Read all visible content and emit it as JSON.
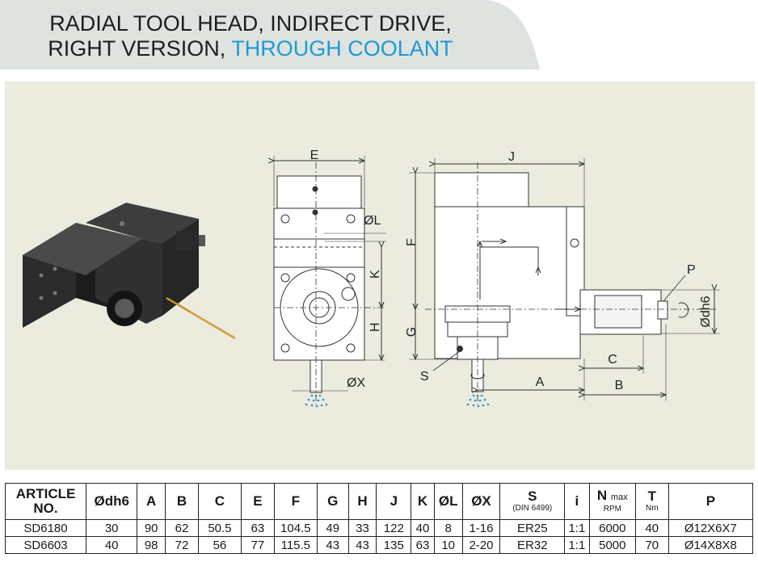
{
  "title": {
    "line1": "RADIAL TOOL HEAD, INDIRECT DRIVE,",
    "line2_prefix": "RIGHT VERSION,",
    "line2_highlight": "THROUGH COOLANT",
    "highlight_color": "#1e9ad6",
    "band_color": "#dfe3e0"
  },
  "figure": {
    "background": "#ebebde",
    "dimension_labels": {
      "E": "E",
      "J": "J",
      "L": "ØL",
      "F": "F",
      "K": "K",
      "H": "H",
      "G": "G",
      "X": "ØX",
      "S": "S",
      "A": "A",
      "B": "B",
      "C": "C",
      "P": "P",
      "dh6": "Ødh6"
    },
    "coolant_color": "#2a8fd8"
  },
  "table": {
    "headers": {
      "article": [
        "ARTICLE",
        "NO."
      ],
      "dh6": "Ødh6",
      "A": "A",
      "B": "B",
      "C": "C",
      "E": "E",
      "F": "F",
      "G": "G",
      "H": "H",
      "J": "J",
      "K": "K",
      "L": "ØL",
      "X": "ØX",
      "S": "S",
      "S_sub": "(DIN 6499)",
      "i": "i",
      "N": "N",
      "N_sup": "max",
      "N_sub": "RPM",
      "T": "T",
      "T_sub": "Nm",
      "P": "P"
    },
    "rows": [
      {
        "article": "SD6180",
        "dh6": "30",
        "A": "90",
        "B": "62",
        "C": "50.5",
        "E": "63",
        "F": "104.5",
        "G": "49",
        "H": "33",
        "J": "122",
        "K": "40",
        "L": "8",
        "X": "1-16",
        "S": "ER25",
        "i": "1:1",
        "N": "6000",
        "T": "40",
        "P": "Ø12X6X7"
      },
      {
        "article": "SD6603",
        "dh6": "40",
        "A": "98",
        "B": "72",
        "C": "56",
        "E": "77",
        "F": "115.5",
        "G": "43",
        "H": "43",
        "J": "135",
        "K": "63",
        "L": "10",
        "X": "2-20",
        "S": "ER32",
        "i": "1:1",
        "N": "5000",
        "T": "70",
        "P": "Ø14X8X8"
      }
    ]
  }
}
